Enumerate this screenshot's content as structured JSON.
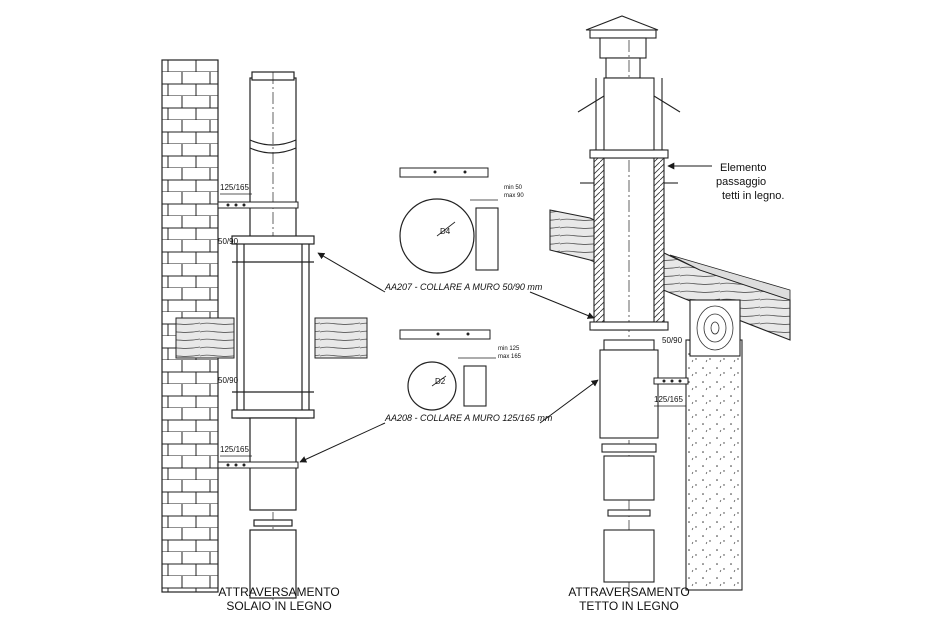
{
  "left_title": [
    "ATTRAVERSAMENTO",
    "SOLAIO IN LEGNO"
  ],
  "right_title": [
    "ATTRAVERSAMENTO",
    "TETTO IN LEGNO"
  ],
  "left_dims": {
    "top_bracket": "125/165",
    "upper_collar": "50/90",
    "lower_collar": "50/90",
    "bottom_bracket": "125/165"
  },
  "right_dims": {
    "collar": "50/90",
    "bracket": "125/165"
  },
  "collar_aa207": {
    "label": "AA207 - COLLARE A MURO 50/90 mm",
    "min": "min 50",
    "max": "max 90",
    "diameter": "D4"
  },
  "collar_aa208": {
    "label": "AA208 - COLLARE A MURO 125/165 mm",
    "min": "min 125",
    "max": "max 165",
    "diameter": "D2"
  },
  "callout": [
    "Elemento",
    "passaggio",
    "tetti in legno."
  ],
  "colors": {
    "line": "#1a1a1a",
    "wall_fill": "#ffffff",
    "wood_fill": "#e6e6e6",
    "background": "#ffffff"
  }
}
